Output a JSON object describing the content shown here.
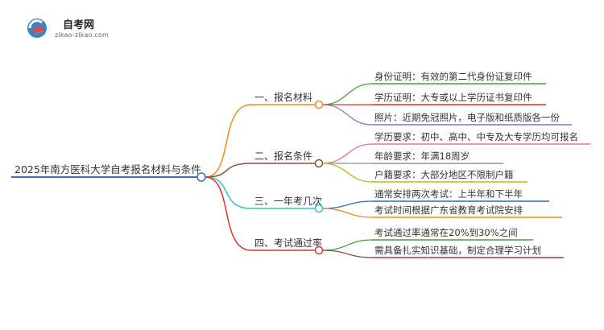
{
  "logo": {
    "name": "自考网",
    "url": "zikao-zikao.com",
    "colors": [
      "#3b82c4",
      "#e2463c",
      "#8a8a8a"
    ]
  },
  "root": {
    "label": "2025年南方医科大学自考报名材料与条件",
    "color": "#3b72b8"
  },
  "branches": [
    {
      "label": "一、报名材料",
      "color": "#f08a1c",
      "leaves": [
        {
          "text": "身份证明：有效的第二代身份证复印件",
          "color": "#3aa63a"
        },
        {
          "text": "学历证明：大专或以上学历证书复印件",
          "color": "#d9342b"
        },
        {
          "text": "照片：近期免冠照片，电子版和纸质版各一份",
          "color": "#9b6cc4"
        }
      ]
    },
    {
      "label": "二、报名条件",
      "color": "#8c4a3c",
      "leaves": [
        {
          "text": "学历要求：初中、高中、中专及大专学历均可报名",
          "color": "#e86cb3"
        },
        {
          "text": "年龄要求：年满18周岁",
          "color": "#8f8f8f"
        },
        {
          "text": "户籍要求：大部分地区不限制户籍",
          "color": "#b8b81e"
        }
      ]
    },
    {
      "label": "三、一年考几次",
      "color": "#2ec4c4",
      "leaves": [
        {
          "text": "通常安排两次考试：上半年和下半年",
          "color": "#2b6cb8"
        },
        {
          "text": "考试时间根据广东省教育考试院安排",
          "color": "#f08a1c"
        }
      ]
    },
    {
      "label": "四、考试通过率",
      "color": "#d9342b",
      "leaves": [
        {
          "text": "考试通过率通常在20%到30%之间",
          "color": "#3aa63a"
        },
        {
          "text": "需具备扎实知识基础，制定合理学习计划",
          "color": "#8c4a3c"
        }
      ]
    }
  ]
}
